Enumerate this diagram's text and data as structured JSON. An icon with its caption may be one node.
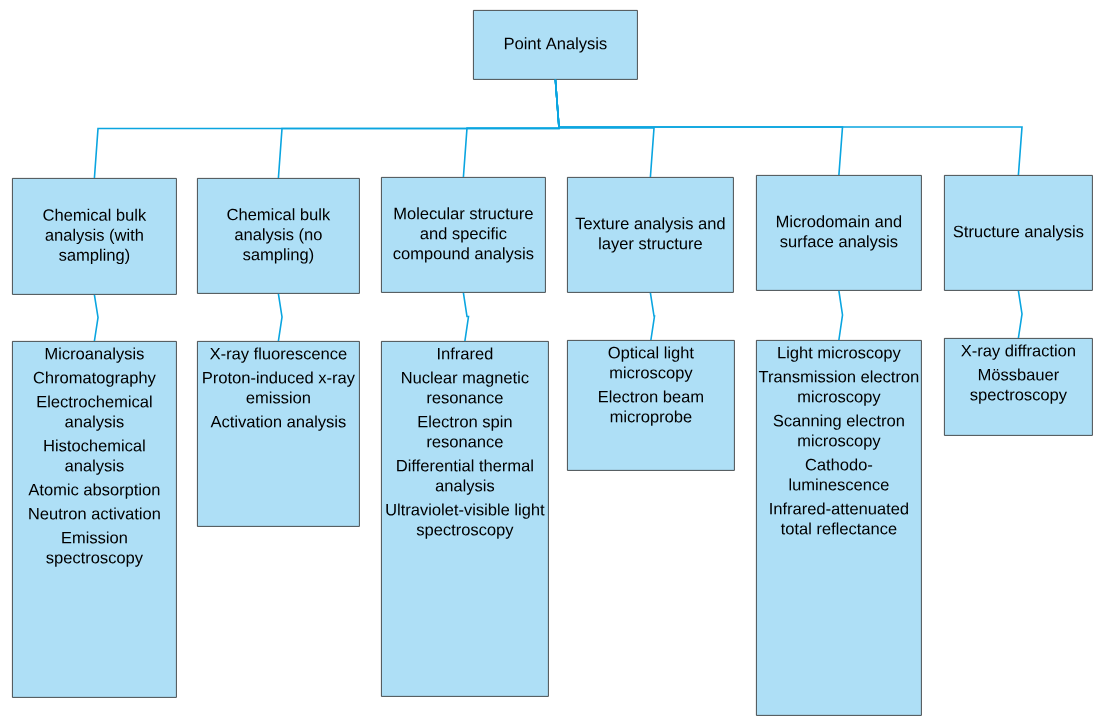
{
  "diagram": {
    "nodes": [
      {
        "text": [
          "Point Analysis"
        ]
      },
      {
        "text": [
          "Chemical bulk analysis (with sampling)"
        ]
      },
      {
        "text": [
          "Chemical bulk analysis (no sampling)"
        ]
      },
      {
        "text": [
          "Molecular structure and specific compound analysis"
        ]
      },
      {
        "text": [
          "Texture analysis and layer structure"
        ]
      },
      {
        "text": [
          "Microdomain and surface analysis"
        ]
      },
      {
        "text": [
          "Structure analysis"
        ]
      },
      {
        "text": [
          "Microanalysis",
          "Chromatography",
          "Electrochemical analysis",
          "Histochemical analysis",
          "Atomic absorption",
          "Neutron activation",
          "Emission spectroscopy"
        ]
      },
      {
        "text": [
          "X-ray fluorescence",
          "Proton-induced x-ray emission",
          "Activation analysis"
        ]
      },
      {
        "text": [
          "Infrared",
          "Nuclear magnetic resonance",
          "Electron spin resonance",
          "Differential thermal analysis",
          "Ultraviolet-visible light spectroscopy"
        ]
      },
      {
        "text": [
          "Optical light microscopy",
          "Electron beam microprobe"
        ]
      },
      {
        "text": [
          "Light microscopy",
          "Transmission electron microscopy",
          "Scanning electron microscopy",
          "Cathodo-luminescence",
          "Infrared-attenuated total reflectance"
        ]
      },
      {
        "text": [
          "X-ray diffraction",
          "Mössbauer spectroscopy"
        ]
      }
    ],
    "edges": [
      {
        "from": 0,
        "to": 1,
        "arrow": "none"
      },
      {
        "from": 0,
        "to": 2,
        "arrow": "none"
      },
      {
        "from": 0,
        "to": 3,
        "arrow": "none"
      },
      {
        "from": 0,
        "to": 4,
        "arrow": "none"
      },
      {
        "from": 0,
        "to": 5,
        "arrow": "none"
      },
      {
        "from": 0,
        "to": 6,
        "arrow": "none"
      },
      {
        "from": 1,
        "to": 7,
        "arrow": "none"
      },
      {
        "from": 2,
        "to": 8,
        "arrow": "none"
      },
      {
        "from": 3,
        "to": 9,
        "arrow": "none"
      },
      {
        "from": 4,
        "to": 10,
        "arrow": "none"
      },
      {
        "from": 5,
        "to": 11,
        "arrow": "none"
      },
      {
        "from": 6,
        "to": 12,
        "arrow": "none"
      }
    ]
  }
}
